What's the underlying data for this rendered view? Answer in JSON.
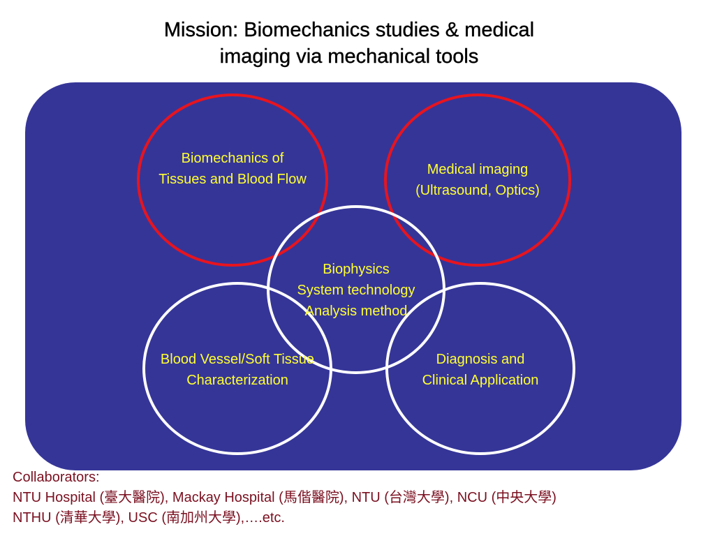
{
  "title": {
    "line1": "Mission: Biomechanics studies & medical",
    "line2": "imaging via mechanical tools"
  },
  "colors": {
    "panel": "#353598",
    "ring_highlight": "#e8141e",
    "ring_default": "#ffffff",
    "label_text": "#ffff33",
    "collaborator_text": "#7a1020"
  },
  "diagram": {
    "biomechanics": {
      "line1": "Biomechanics of",
      "line2": "Tissues and Blood Flow"
    },
    "medical_imaging": {
      "line1": "Medical imaging",
      "line2": "(Ultrasound, Optics)"
    },
    "biophysics": {
      "line1": "Biophysics",
      "line2": "System technology",
      "line3": "Analysis method"
    },
    "vessel": {
      "line1": "Blood Vessel/Soft Tissue",
      "line2": "Characterization"
    },
    "diagnosis": {
      "line1": "Diagnosis and",
      "line2": "Clinical Application"
    }
  },
  "collaborators": {
    "heading": "Collaborators:",
    "line1": "NTU Hospital (臺大醫院), Mackay Hospital (馬偕醫院), NTU (台灣大學), NCU (中央大學)",
    "line2": "NTHU (清華大學), USC (南加州大學),….etc."
  }
}
